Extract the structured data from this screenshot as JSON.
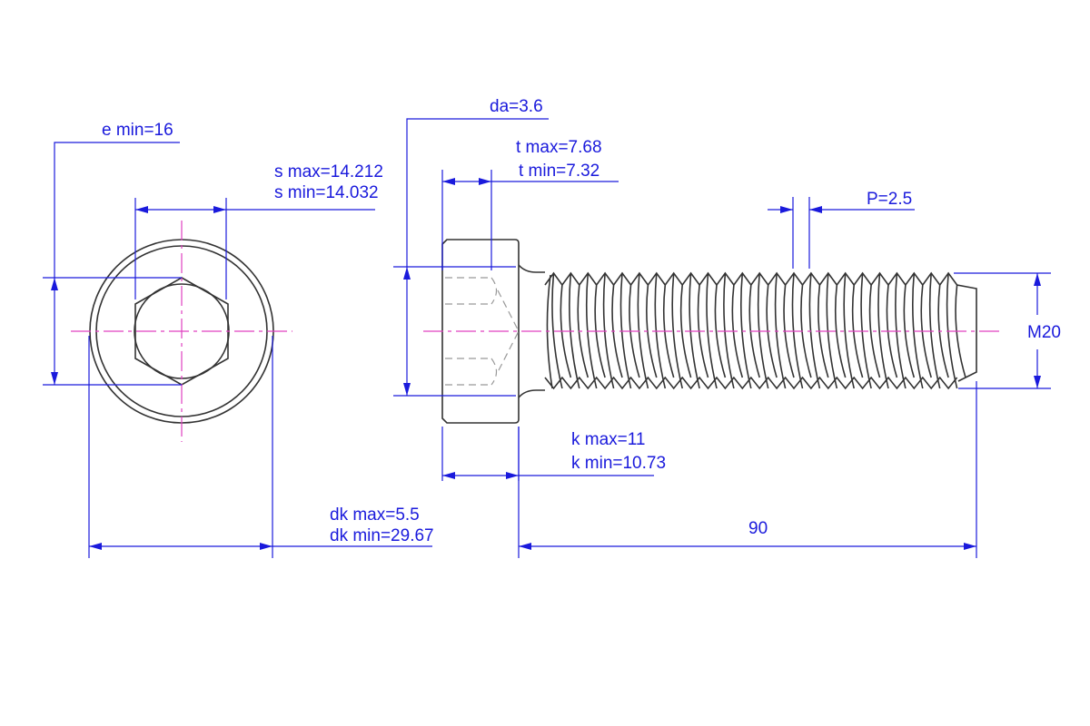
{
  "labels": {
    "e_min": "e min=16",
    "s_max": "s max=14.212",
    "s_min": "s min=14.032",
    "da": "da=3.6",
    "t_max": "t max=7.68",
    "t_min": "t min=7.32",
    "pitch": "P=2.5",
    "thread": "M20",
    "k_max": "k max=11",
    "k_min": "k min=10.73",
    "dk_max": "dk max=5.5",
    "dk_min": "dk min=29.67",
    "length": "90"
  },
  "colors": {
    "dimension": "#1a1adc",
    "outline": "#333333",
    "centerline": "#e040c0"
  }
}
